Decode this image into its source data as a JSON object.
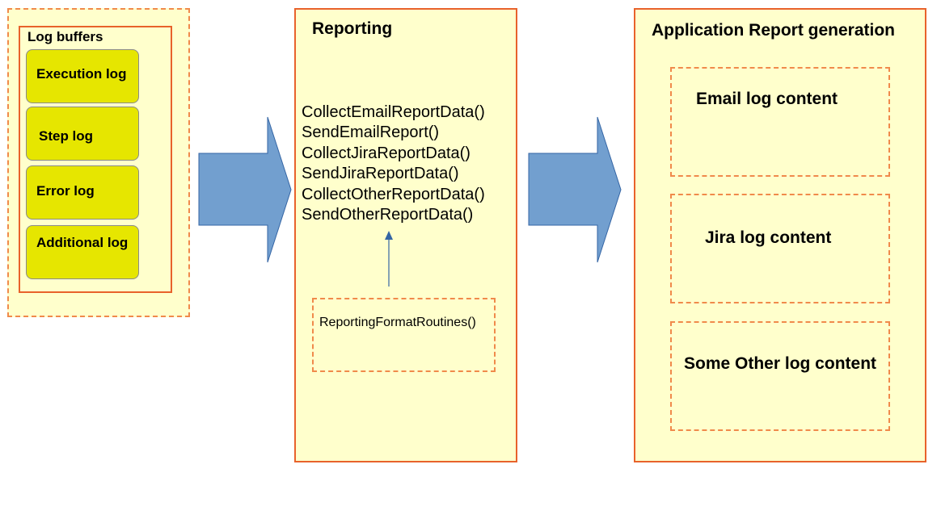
{
  "log_buffers": {
    "title": "Log buffers",
    "items": [
      "Execution log",
      "Step log",
      "Error log",
      "Additional log"
    ]
  },
  "reporting": {
    "title": "Reporting",
    "functions": [
      "CollectEmailReportData()",
      "SendEmailReport()",
      "CollectJiraReportData()",
      "SendJiraReportData()",
      "CollectOtherReportData()",
      "SendOtherReportData()"
    ],
    "format_routine": "ReportingFormatRoutines()"
  },
  "app_report": {
    "title": "Application Report generation",
    "contents": [
      "Email log content",
      "Jira log content",
      "Some Other log content"
    ]
  },
  "colors": {
    "box_fill": "#ffffcc",
    "border": "#e8622b",
    "log_fill": "#e6e600",
    "arrow": "#729fcf"
  }
}
